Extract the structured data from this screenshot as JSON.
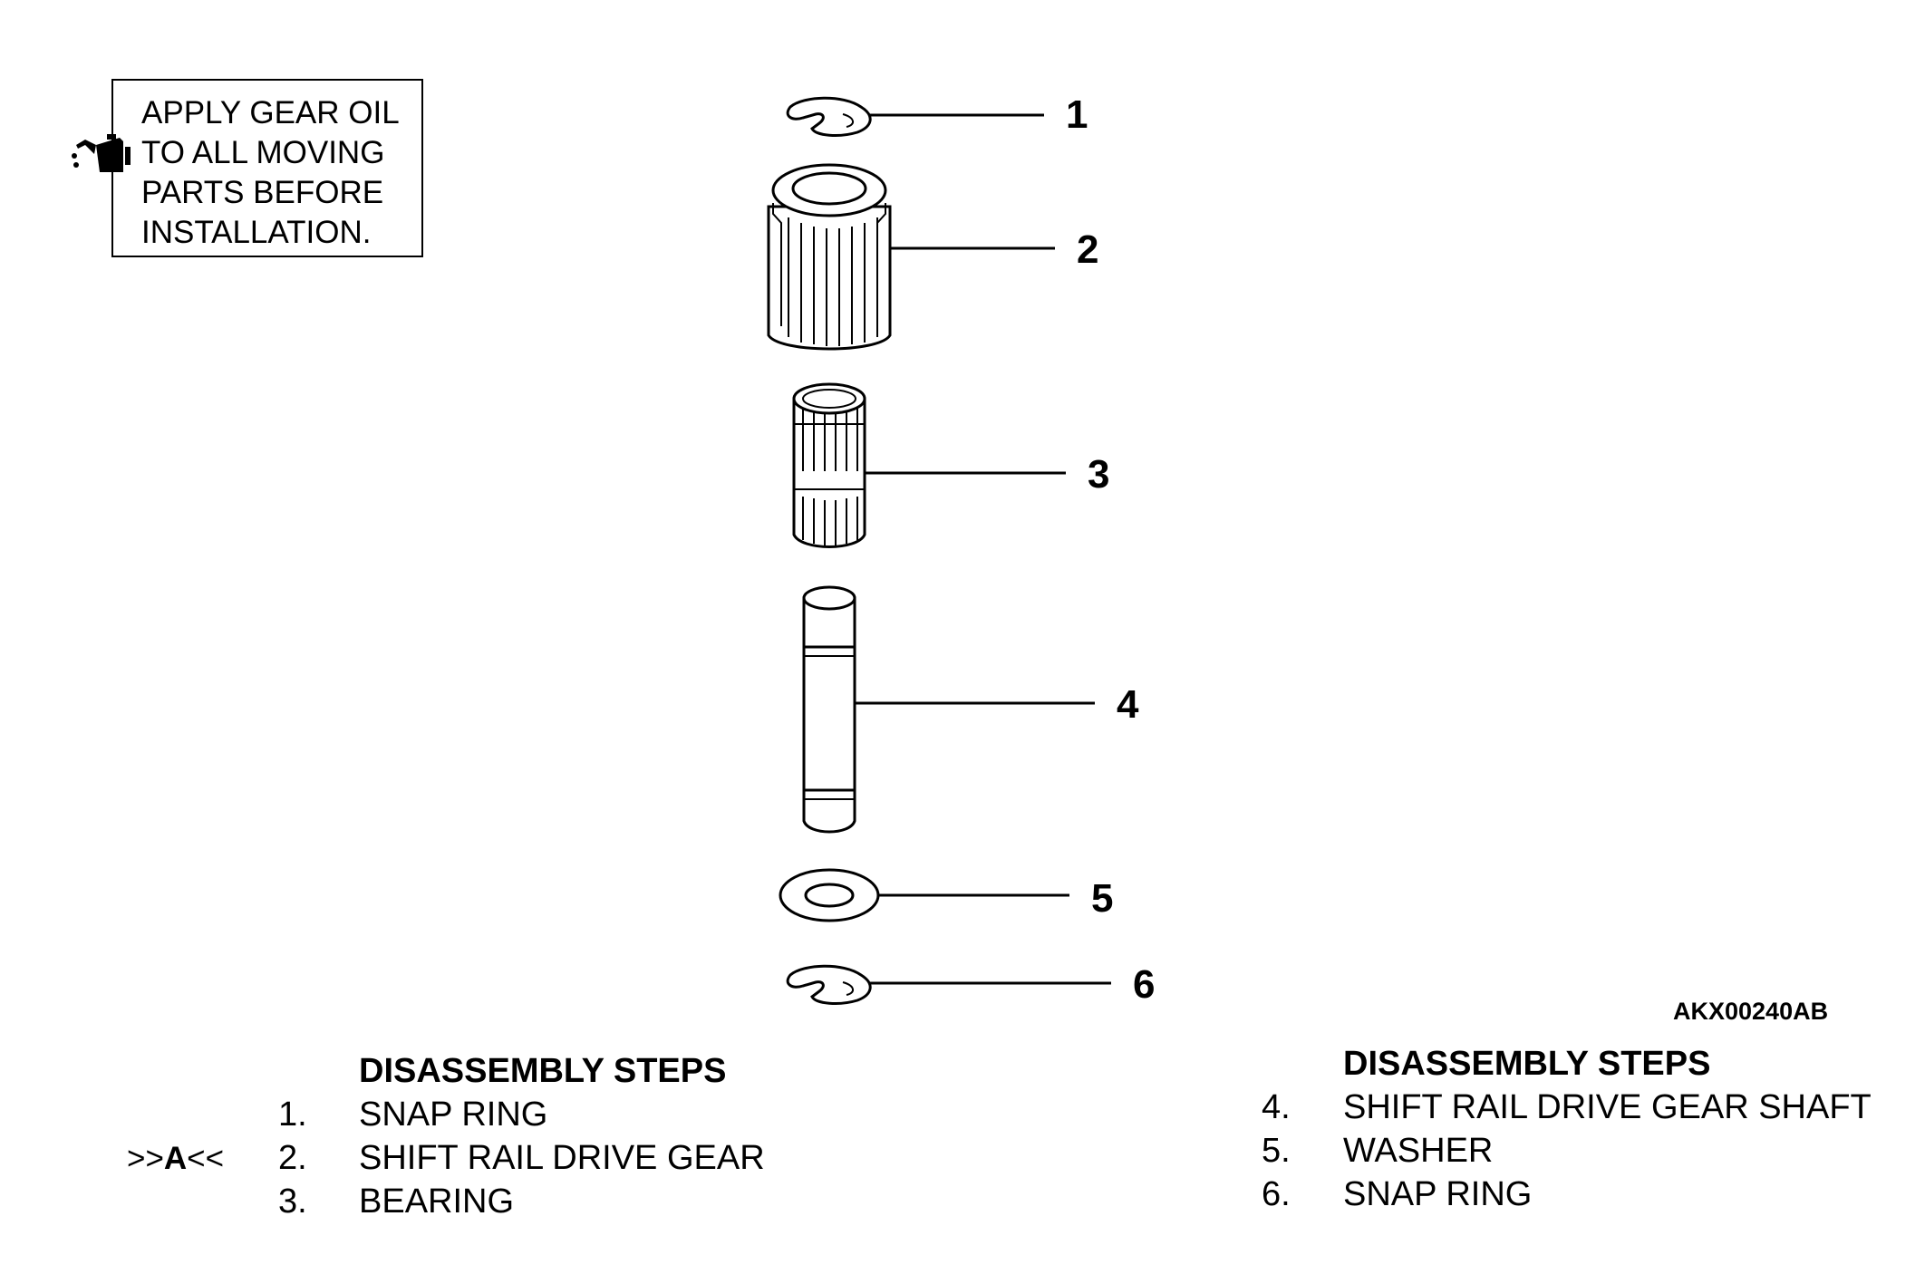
{
  "note": {
    "lines": [
      "APPLY GEAR OIL",
      "TO ALL MOVING",
      "PARTS BEFORE",
      "INSTALLATION."
    ],
    "icon": "oil-can-icon"
  },
  "callouts": [
    "1",
    "2",
    "3",
    "4",
    "5",
    "6"
  ],
  "figure_code": "AKX00240AB",
  "steps_left": {
    "heading": "DISASSEMBLY STEPS",
    "items": [
      {
        "number": "1.",
        "label": "SNAP RING",
        "marker": ""
      },
      {
        "number": "2.",
        "label": "SHIFT RAIL DRIVE GEAR",
        "marker_pre": ">>",
        "marker_bold": "A",
        "marker_post": "<<"
      },
      {
        "number": "3.",
        "label": "BEARING",
        "marker": ""
      }
    ]
  },
  "steps_right": {
    "heading": "DISASSEMBLY STEPS",
    "items": [
      {
        "number": "4.",
        "label": "SHIFT RAIL DRIVE GEAR SHAFT"
      },
      {
        "number": "5.",
        "label": "WASHER"
      },
      {
        "number": "6.",
        "label": "SNAP RING"
      }
    ]
  }
}
